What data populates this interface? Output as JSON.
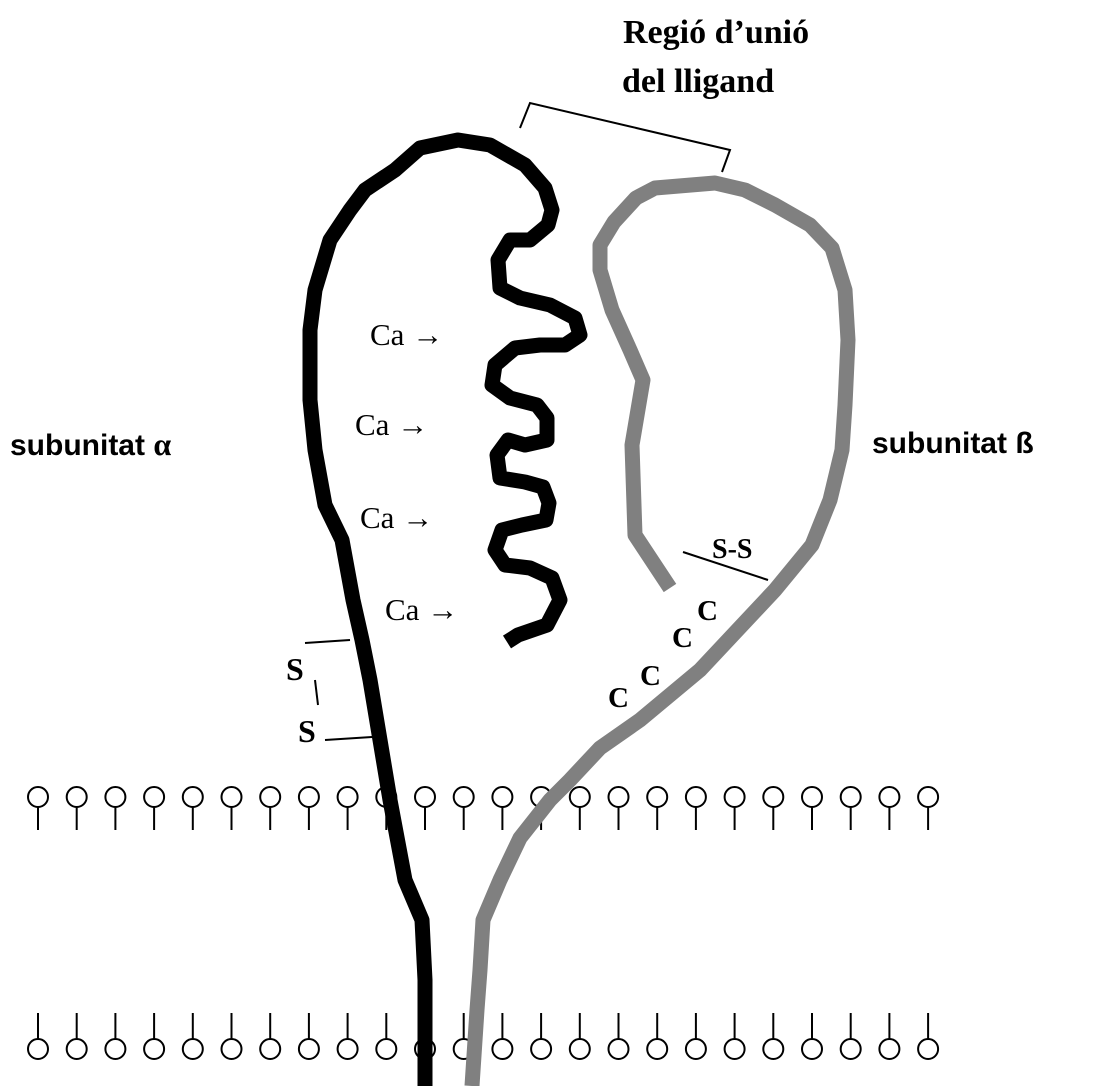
{
  "ligand_region": {
    "line1": "Regió d’unió",
    "line2": "del lligand"
  },
  "alpha": {
    "label": "subunitat ",
    "symbol": "α",
    "calcium_sites": [
      "Ca →",
      "Ca →",
      "Ca →",
      "Ca →"
    ],
    "disulfide_top": "S",
    "disulfide_bottom": "S"
  },
  "beta": {
    "label": "subunitat ß",
    "disulfide": "S-S",
    "cysteines": [
      "C",
      "C",
      "C",
      "C"
    ]
  },
  "membrane": {
    "units_per_row": 24
  },
  "colors": {
    "alpha_chain": "#000000",
    "beta_chain": "#808080",
    "lines": "#000000"
  }
}
